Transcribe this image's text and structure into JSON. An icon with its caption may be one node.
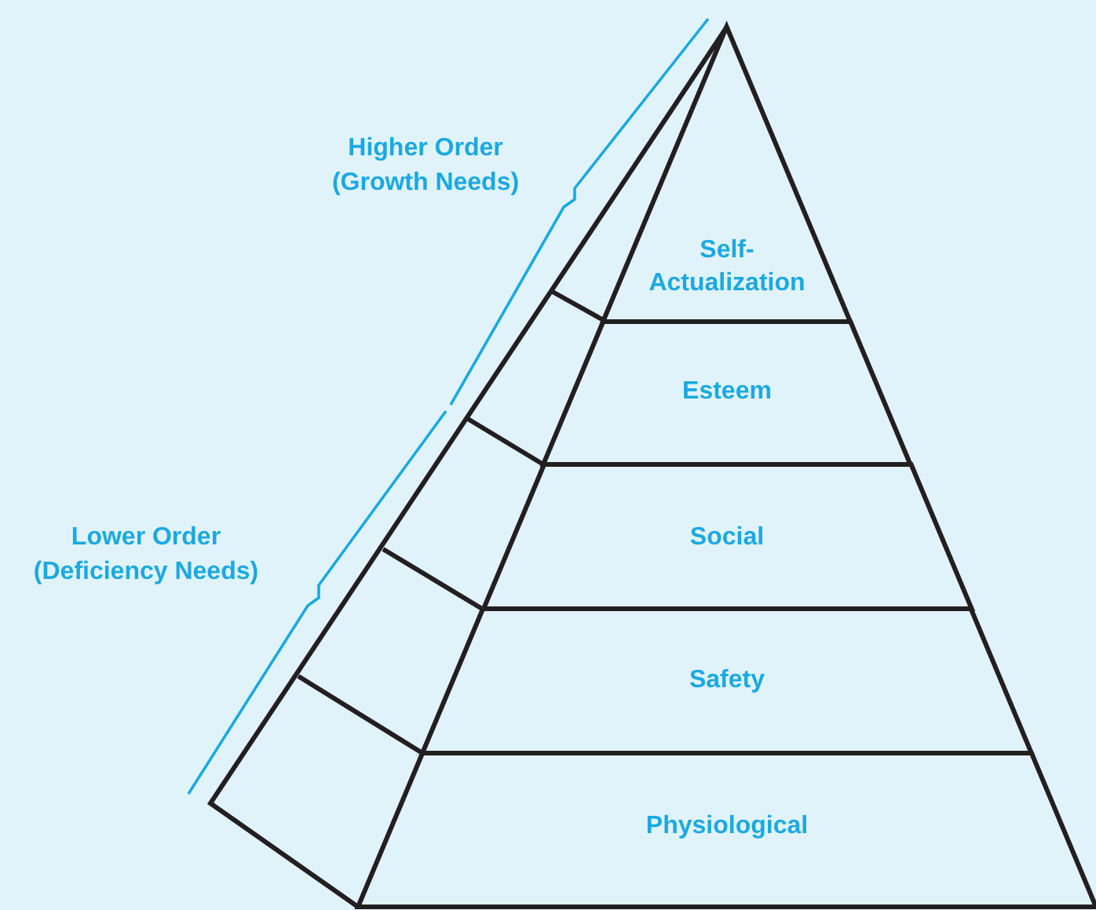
{
  "diagram": {
    "nodes": [
      {
        "text": [
          "Self- Actualization"
        ]
      },
      {
        "text": [
          "Esteem"
        ]
      },
      {
        "text": [
          "Social"
        ]
      },
      {
        "text": [
          "Safety"
        ]
      },
      {
        "text": [
          "Physiological"
        ]
      }
    ],
    "labels": [
      "Higher Order (Growth Needs)",
      "Lower Order (Deficiency Needs)"
    ]
  }
}
